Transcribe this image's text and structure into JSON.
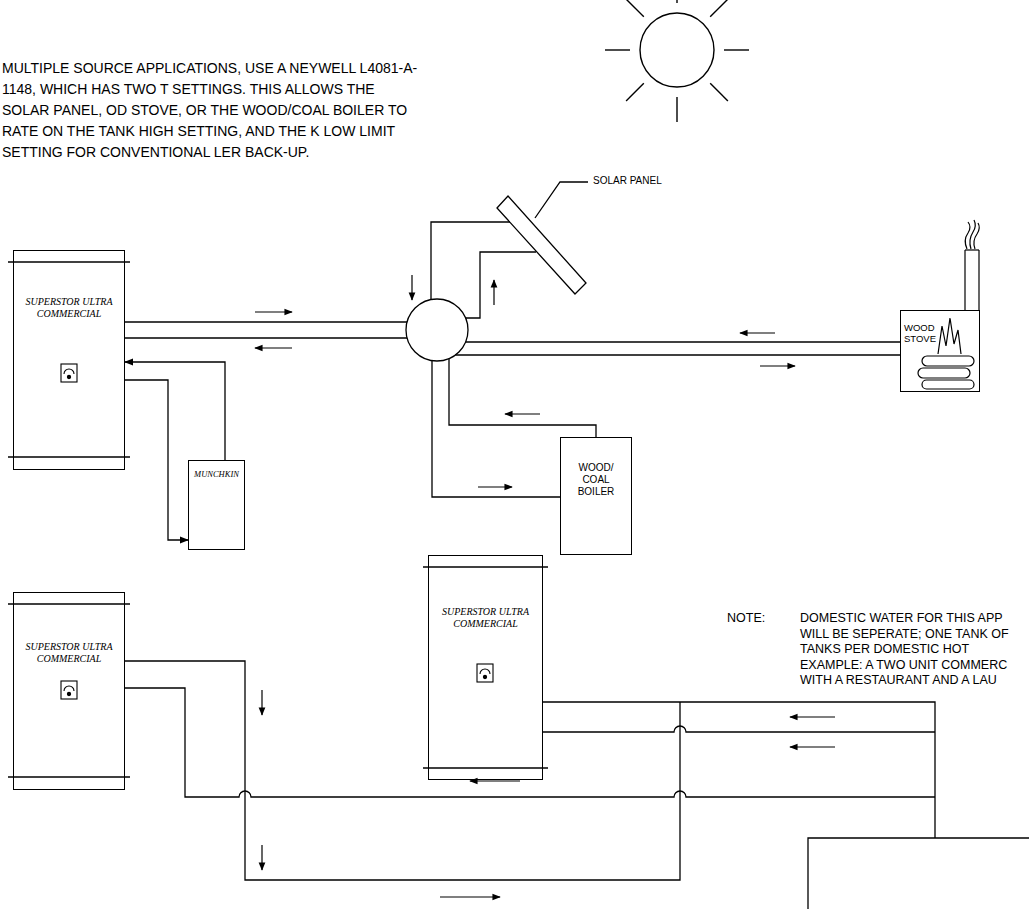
{
  "diagram": {
    "nodes": [
      {
        "text": [
          "SUPERSTOR ULTRA COMMERCIAL"
        ]
      },
      {
        "text": [
          "SOLAR PANEL"
        ]
      },
      {
        "text": [
          "WOOD STOVE"
        ]
      },
      {
        "text": [
          "MUNCHKIN"
        ]
      },
      {
        "text": [
          "WOOD/ COAL BOILER"
        ]
      },
      {
        "text": [
          "SUPERSTOR ULTRA COMMERCIAL"
        ]
      },
      {
        "text": [
          "SUPERSTOR ULTRA COMMERCIAL"
        ]
      }
    ],
    "edges": [
      {
        "from": 0,
        "to": 3,
        "arrow": "to"
      },
      {
        "from": 3,
        "to": 0,
        "arrow": "to"
      }
    ],
    "labels": [
      "MULTIPLE SOURCE APPLICATIONS, USE A NEYWELL L4081-A-1148, WHICH HAS TWO T SETTINGS. THIS ALLOWS THE SOLAR PANEL, OD STOVE, OR THE WOOD/COAL BOILER TO RATE ON THE TANK HIGH SETTING, AND THE K LOW LIMIT SETTING FOR CONVENTIONAL LER BACK-UP.",
      "NOTE:",
      "DOMESTIC WATER FOR THIS APP WILL BE SEPERATE; ONE TANK OF TANKS PER DOMESTIC HOT EXAMPLE: A TWO UNIT COMMERC WITH A RESTAURANT AND A LAU"
    ]
  }
}
